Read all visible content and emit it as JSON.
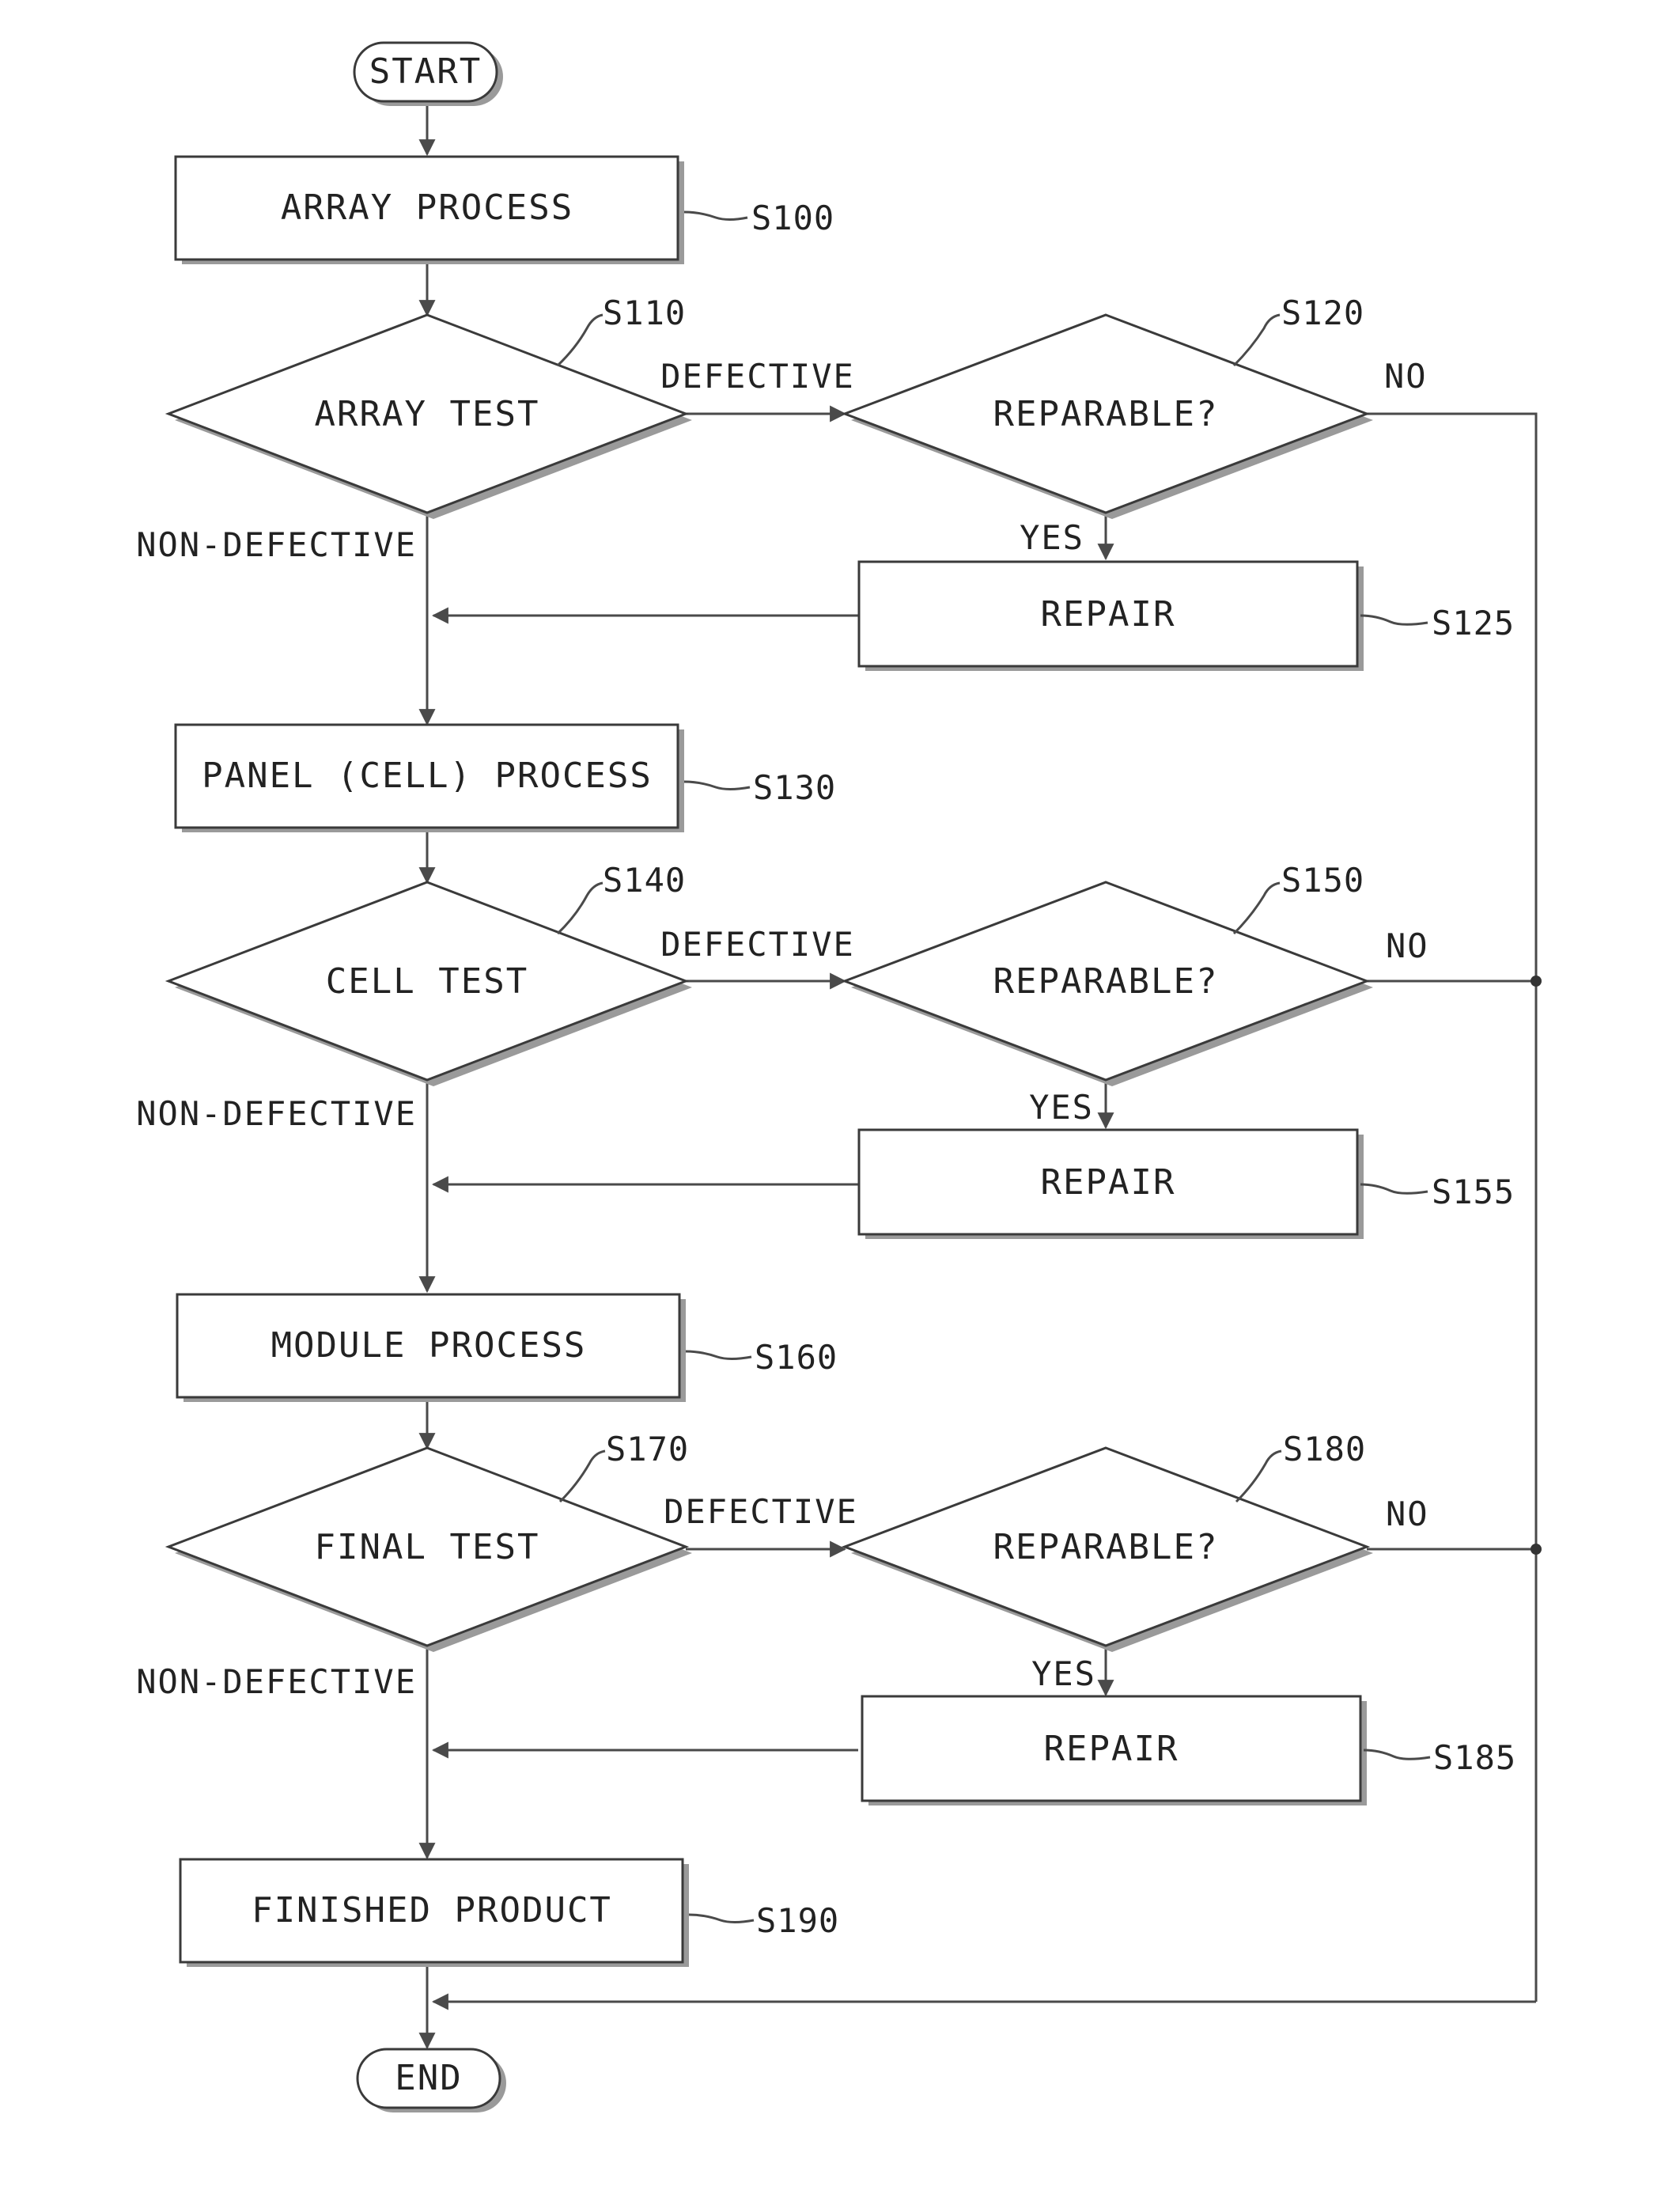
{
  "nodes": {
    "start": "START",
    "s100": "ARRAY PROCESS",
    "s110": "ARRAY TEST",
    "s120": "REPARABLE?",
    "s125": "REPAIR",
    "s130": "PANEL (CELL) PROCESS",
    "s140": "CELL TEST",
    "s150": "REPARABLE?",
    "s155": "REPAIR",
    "s160": "MODULE PROCESS",
    "s170": "FINAL TEST",
    "s180": "REPARABLE?",
    "s185": "REPAIR",
    "s190": "FINISHED PRODUCT",
    "end": "END"
  },
  "step_labels": {
    "s100": "S100",
    "s110": "S110",
    "s120": "S120",
    "s125": "S125",
    "s130": "S130",
    "s140": "S140",
    "s150": "S150",
    "s155": "S155",
    "s160": "S160",
    "s170": "S170",
    "s180": "S180",
    "s185": "S185",
    "s190": "S190"
  },
  "edge_labels": {
    "defective": "DEFECTIVE",
    "non_defective": "NON-DEFECTIVE",
    "yes": "YES",
    "no": "NO"
  }
}
